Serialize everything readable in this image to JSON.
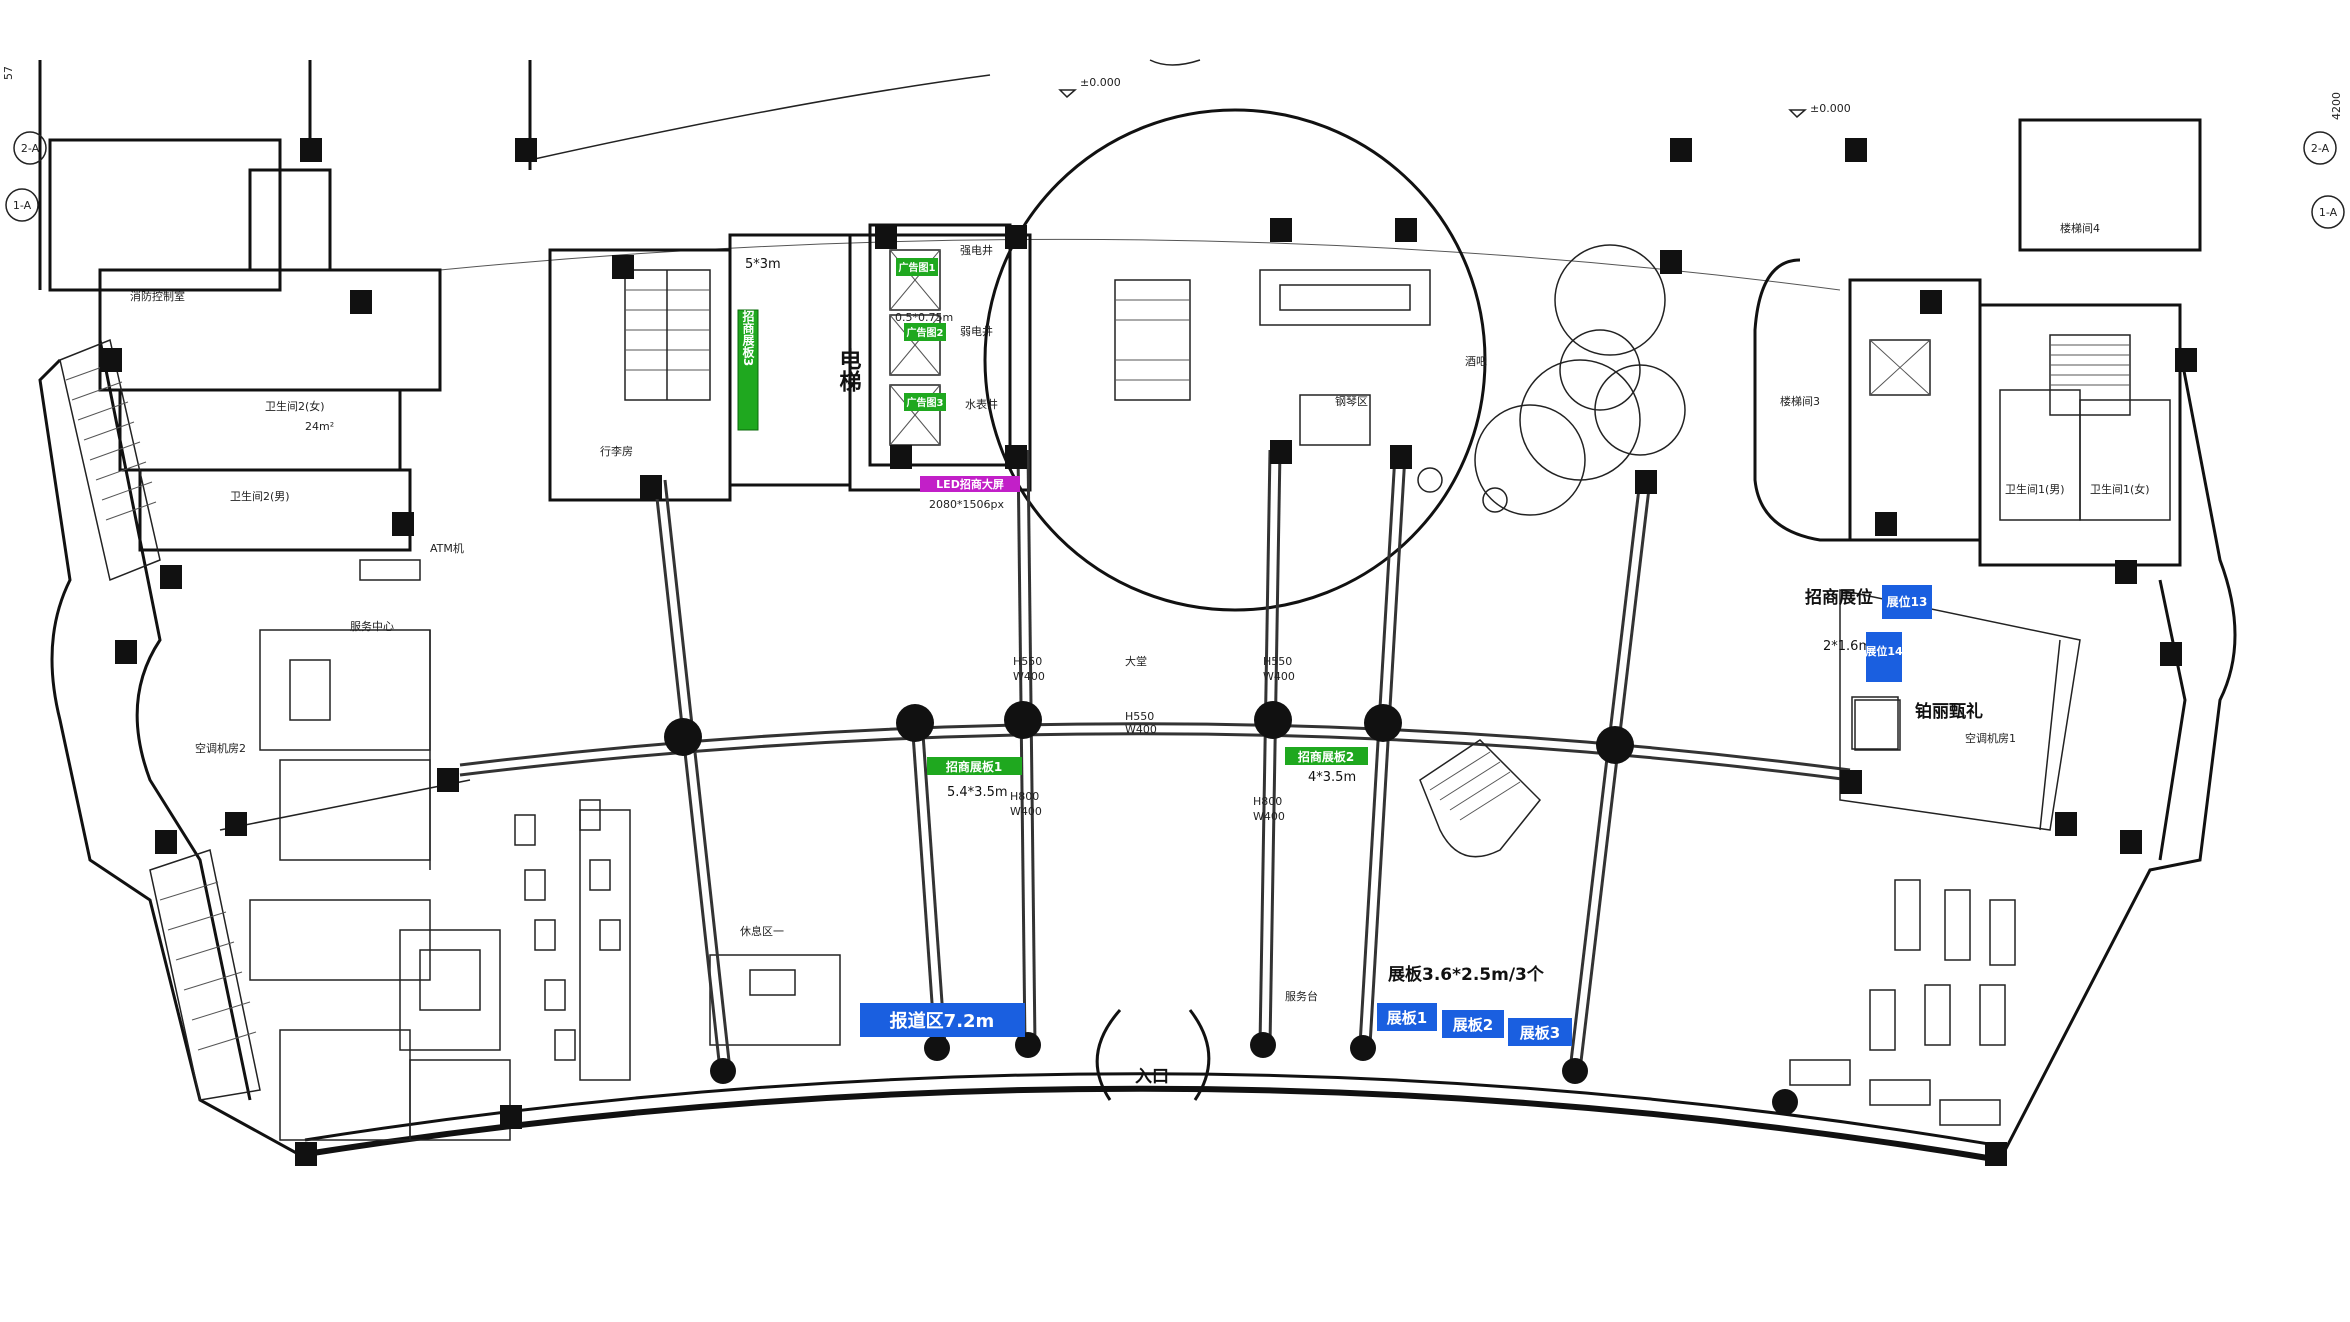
{
  "labels": {
    "elevator": "电梯",
    "entrance": "入口",
    "led_screen": "LED招商大屏",
    "led_size": "2080*1506px",
    "panel_top": "招商展板3",
    "panel_top_size": "5*3m",
    "ad1": "广告图1",
    "ad2": "广告图2",
    "ad3": "广告图3",
    "ad_size": "0.5*0.75m",
    "panel1": "招商展板1",
    "panel1_size": "5.4*3.5m",
    "panel2": "招商展板2",
    "panel2_size": "4*3.5m",
    "press_area": "报道区7.2m",
    "boards_note": "展板3.6*2.5m/3个",
    "board1": "展板1",
    "board2": "展板2",
    "board3": "展板3",
    "booth_title": "招商展位",
    "booth_size": "2*1.6m",
    "booth13": "展位13",
    "booth14": "展位14",
    "brand": "铂丽甄礼",
    "atm": "ATM机",
    "service": "服务台",
    "lobby": "大堂",
    "rest": "休息区一",
    "bar": "酒吧",
    "piano": "钢琴区",
    "wc2f": "卫生间2(女)",
    "wc2m": "卫生间2(男)",
    "wc1m": "卫生间1(男)",
    "wc1f": "卫生间1(女)",
    "ac2": "空调机房2",
    "ac1": "空调机房1",
    "stair3": "楼梯间3",
    "stair4": "楼梯间4",
    "pantry": "服务中心",
    "elec": "强电井",
    "weak": "弱电井",
    "water": "水表井",
    "fire": "消防控制室",
    "luggage": "行李房",
    "axis_1a": "1-A",
    "axis_2a": "2-A",
    "level": "±0.000",
    "h550": "H550",
    "w400": "W400",
    "h800": "H800",
    "w400b": "W400",
    "area24": "24m²",
    "dim_57": "57",
    "dim_4200": "4200"
  },
  "colors": {
    "green": "#1fa81f",
    "blue": "#1a5fe0",
    "magenta": "#c21fc8",
    "ink": "#111111"
  }
}
